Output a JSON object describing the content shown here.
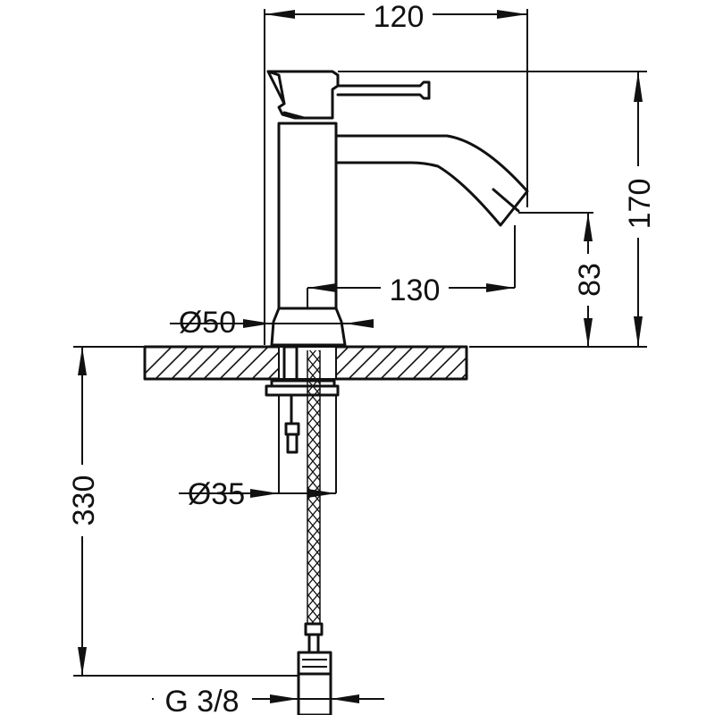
{
  "dimensions": {
    "top_width": "120",
    "total_height": "170",
    "spout_reach": "130",
    "spout_height": "83",
    "base_diameter": "Ø50",
    "shank_diameter": "Ø35",
    "hose_length": "330",
    "connection_thread": "G 3/8"
  }
}
